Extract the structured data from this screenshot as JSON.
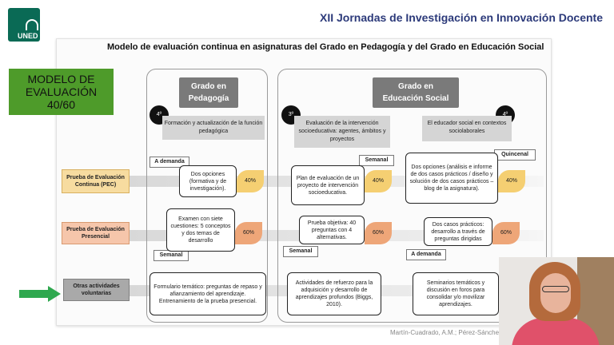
{
  "header": {
    "title": "XII Jornadas de Investigación en Innovación Docente",
    "logo_text": "UNED"
  },
  "slide": {
    "title": "Modelo de evaluación continua en asignaturas del Grado en Pedagogía y del Grado en Educación Social"
  },
  "model_box": {
    "line1": "MODELO DE",
    "line2": "EVALUACIÓN",
    "line3": "40/60"
  },
  "pedagogia": {
    "head_line1": "Grado en",
    "head_line2": "Pedagogía",
    "course_num": "4º",
    "course": "Formación y actualización de la función pedagógica",
    "tag_top": "A demanda",
    "tag_bottom": "Semanal",
    "pec": "Dos opciones (formativa y de investigación).",
    "presencial": "Examen con siete cuestiones: 5 conceptos y dos temas de desarrollo",
    "otras": "Formulario temático: preguntas de repaso y afianzamiento del aprendizaje. Entrenamiento de la prueba presencial."
  },
  "social": {
    "head_line1": "Grado en",
    "head_line2": "Educación Social",
    "course1_num": "3º",
    "course1": "Evaluación de la intervención socioeducativa: agentes, ámbitos y proyectos",
    "course2_num": "4º",
    "course2": "El educador social en contextos sociolaborales",
    "tag_semanal1": "Semanal",
    "tag_quincenal": "Quincenal",
    "tag_semanal2": "Semanal",
    "tag_demanda": "A demanda",
    "pec1": "Plan de evaluación de un proyecto de intervención socioeducativa.",
    "pec2": "Dos opciones (análisis e informe de dos casos prácticos / diseño y solución de dos casos prácticos – blog de la asignatura).",
    "pres1": "Prueba objetiva: 40 preguntas con 4 alternativas.",
    "pres2": "Dos casos prácticos: desarrollo a través de preguntas dirigidas",
    "otras1": "Actividades de refuerzo para la adquisición y desarrollo de aprendizajes profundos (Biggs, 2010).",
    "otras2": "Seminarios temáticos y discusión en foros para consolidar y/o movilizar aprendizajes."
  },
  "rows": {
    "pec_label": "Prueba de Evaluación Continua (PEC)",
    "presencial_label": "Prueba de Evaluación Presencial",
    "otras_label": "Otras actividades voluntarias"
  },
  "weights": {
    "pec": "40%",
    "presencial": "60%"
  },
  "colors": {
    "accent_yellow": "#f5cf72",
    "accent_orange": "#eea678",
    "green": "#4e9b2a",
    "header_blue": "#2c3a7a"
  },
  "footer": {
    "citation": "Martín-Cuadrado, A.M.; Pérez-Sánchez"
  }
}
